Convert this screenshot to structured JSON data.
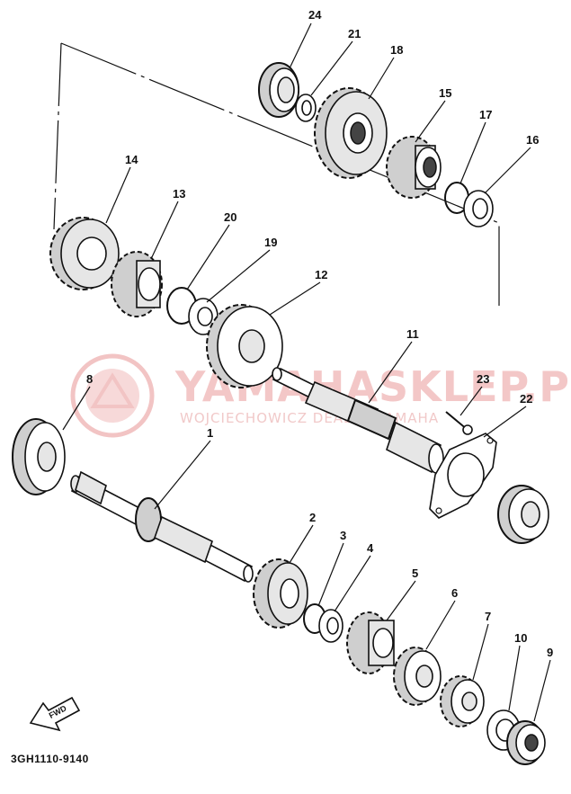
{
  "watermark": {
    "title": "YAMAHASKLEP.PL",
    "subtitle": "WOJCIECHOWICZ DEALER YAMAHA",
    "logo": "yamaha-logo"
  },
  "drawing_code": "3GH1110-9140",
  "fwd_label": "FWD",
  "part_labels": {
    "p1": "1",
    "p2": "2",
    "p3": "3",
    "p4": "4",
    "p5": "5",
    "p6": "6",
    "p7": "7",
    "p8": "8",
    "p9": "9",
    "p10": "10",
    "p11": "11",
    "p12": "12",
    "p13": "13",
    "p14": "14",
    "p15": "15",
    "p16": "16",
    "p17": "17",
    "p18": "18",
    "p19": "19",
    "p20": "20",
    "p21": "21",
    "p22": "22",
    "p23": "23",
    "p24": "24"
  },
  "colors": {
    "ink": "#111111",
    "watermark": "#f3c7c7",
    "background": "#ffffff"
  }
}
